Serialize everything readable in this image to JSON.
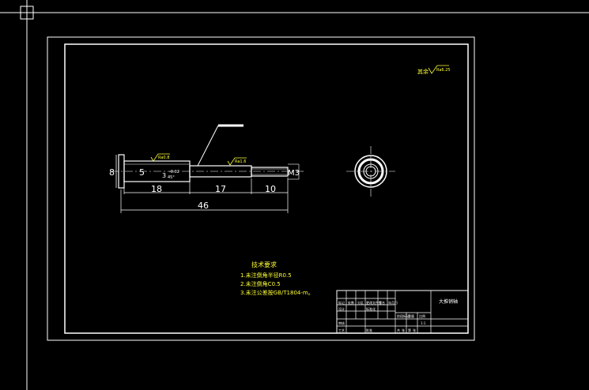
{
  "colors": {
    "background": "#000000",
    "linework": "#ffffff",
    "annotation": "#ffff33",
    "surface_symbol": "#ffff33"
  },
  "drawing": {
    "dimensions": {
      "diameter_head": "8",
      "diameter_body": "5",
      "chamfer_value": "3",
      "chamfer_angle": "45°",
      "tolerance_note": "-0.02",
      "thread": "M3",
      "length_1": "18",
      "length_2": "17",
      "length_3": "10",
      "total_length": "46"
    },
    "surface_marks": {
      "top_right": "其余",
      "roughness_top_right": "Ra6.25",
      "roughness_1": "Ra0.8",
      "roughness_2": "Ra1.6"
    },
    "technical_requirements": {
      "heading": "技术要求",
      "items": [
        "1.未注倒角半径R0.5",
        "2.未注倒角C0.5",
        "3.未注公差按GB/T1804-m。"
      ]
    },
    "title_block": {
      "part_name": "大推销轴",
      "cells_row1": [
        "标记",
        "处数",
        "分区",
        "更改文件号",
        "签名",
        "年月日"
      ],
      "cells_row2": [
        "设计",
        "",
        "",
        "标准化",
        "",
        ""
      ],
      "cells_row3": [
        "审核",
        "",
        "",
        "",
        "",
        ""
      ],
      "cells_row4": [
        "工艺",
        "",
        "",
        "批准",
        "",
        ""
      ],
      "stage_labels": [
        "阶段标记",
        "重量",
        "比例"
      ],
      "scale": "1:1",
      "sheet_labels": [
        "共",
        "张",
        "第",
        "张"
      ]
    }
  }
}
